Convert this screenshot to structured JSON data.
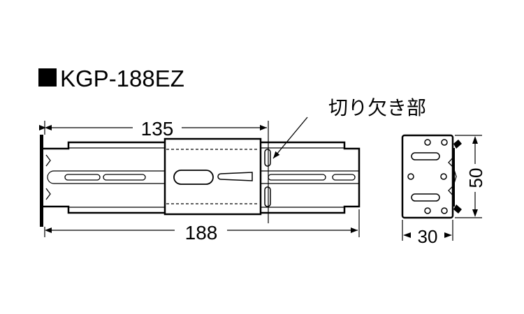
{
  "title": "KGP-188EZ",
  "callout_label": "切り欠き部",
  "dimensions": {
    "length_135": "135",
    "length_188": "188",
    "width_30": "30",
    "height_50": "50"
  }
}
